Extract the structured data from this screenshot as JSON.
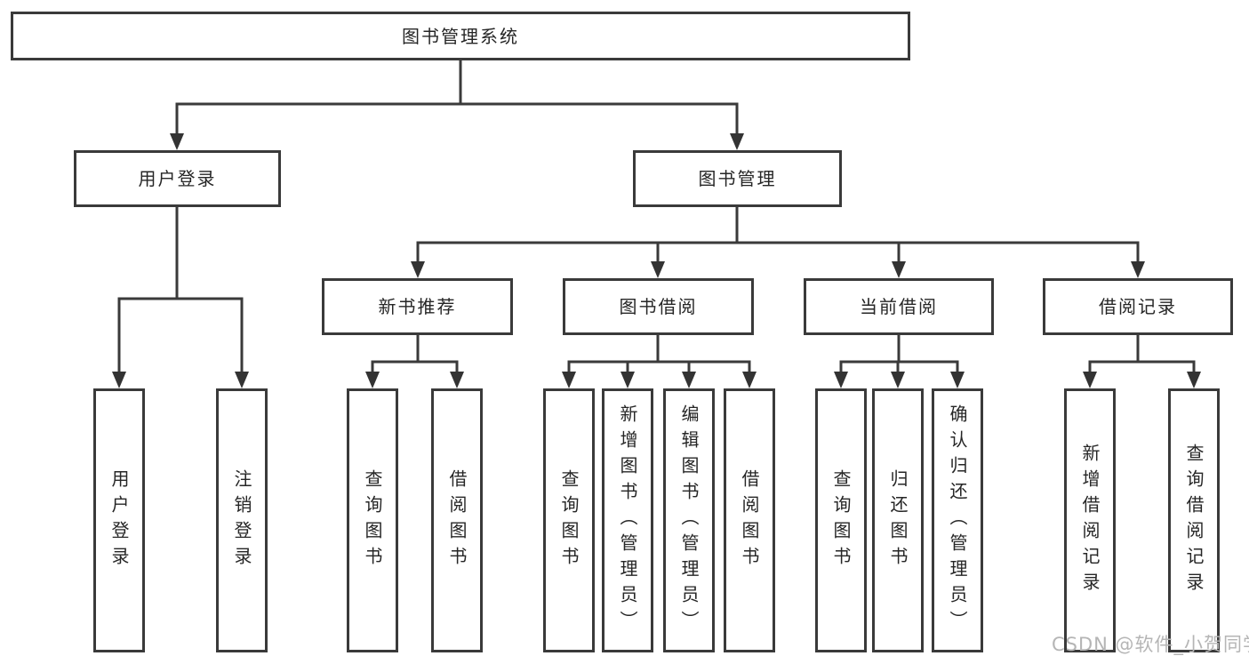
{
  "diagram": {
    "root": "图书管理系统",
    "level2": [
      "用户登录",
      "图书管理"
    ],
    "level3": [
      "新书推荐",
      "图书借阅",
      "当前借阅",
      "借阅记录"
    ],
    "leaves": {
      "user": [
        "用户登录",
        "注销登录"
      ],
      "newbook": [
        "查询图书",
        "借阅图书"
      ],
      "borrow": [
        "查询图书",
        "新增图书（管理员）",
        "编辑图书（管理员）",
        "借阅图书"
      ],
      "current": [
        "查询图书",
        "归还图书",
        "确认归还（管理员）"
      ],
      "record": [
        "新增借阅记录",
        "查询借阅记录"
      ]
    },
    "colors": {
      "line": "#3a3a3a",
      "text": "#262626",
      "box_bg": "#ffffff",
      "watermark": "#b5b5b5"
    },
    "watermark": "CSDN @软件_小贺同学"
  }
}
